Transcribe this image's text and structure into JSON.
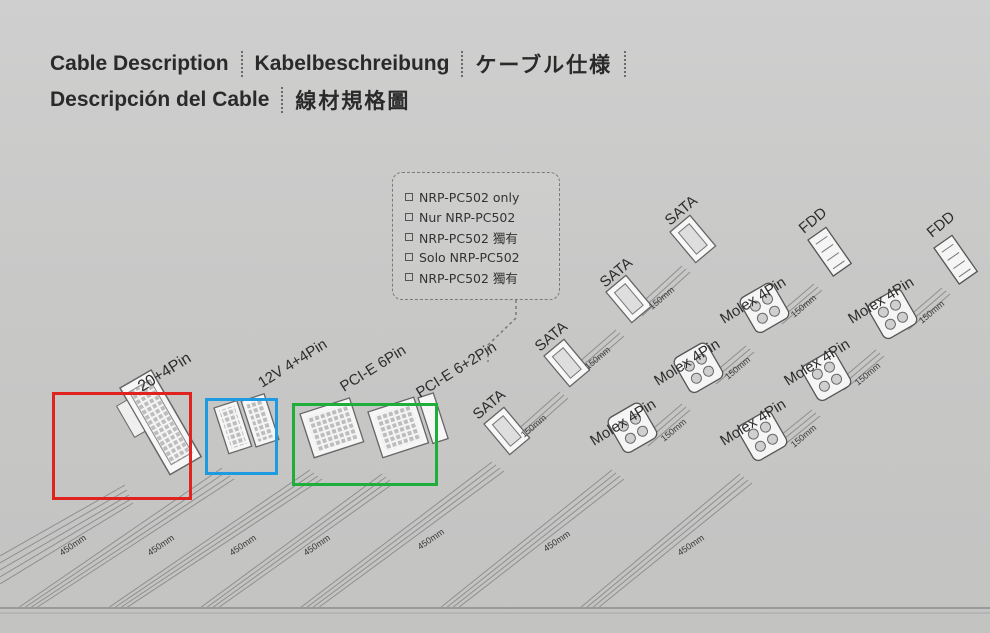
{
  "titles": {
    "row1": [
      "Cable Description",
      "Kabelbeschreibung",
      "ケーブル仕様"
    ],
    "row2": [
      "Descripción del Cable",
      "線材規格圖"
    ]
  },
  "note": {
    "items": [
      "NRP-PC502 only",
      "Nur NRP-PC502",
      "NRP-PC502 獨有",
      "Solo NRP-PC502",
      "NRP-PC502 獨有"
    ]
  },
  "connectors": {
    "atx": "20+4Pin",
    "cpu": "12V 4+4Pin",
    "pcie1": "PCI-E 6Pin",
    "pcie2": "PCI-E 6+2Pin",
    "sata_a": "SATA",
    "sata_b": "SATA",
    "sata_c": "SATA",
    "sata_d": "SATA",
    "molex_a1": "Molex 4Pin",
    "molex_a2": "Molex 4Pin",
    "molex_a3": "Molex 4Pin",
    "fdd_a": "FDD",
    "molex_b1": "Molex 4Pin",
    "molex_b2": "Molex 4Pin",
    "molex_b3": "Molex 4Pin",
    "fdd_b": "FDD"
  },
  "lengths": {
    "main_450": "450mm",
    "seg_150": "150mm"
  },
  "highlights": {
    "red": "#e0231f",
    "blue": "#1e9be0",
    "green": "#1fae3a"
  }
}
